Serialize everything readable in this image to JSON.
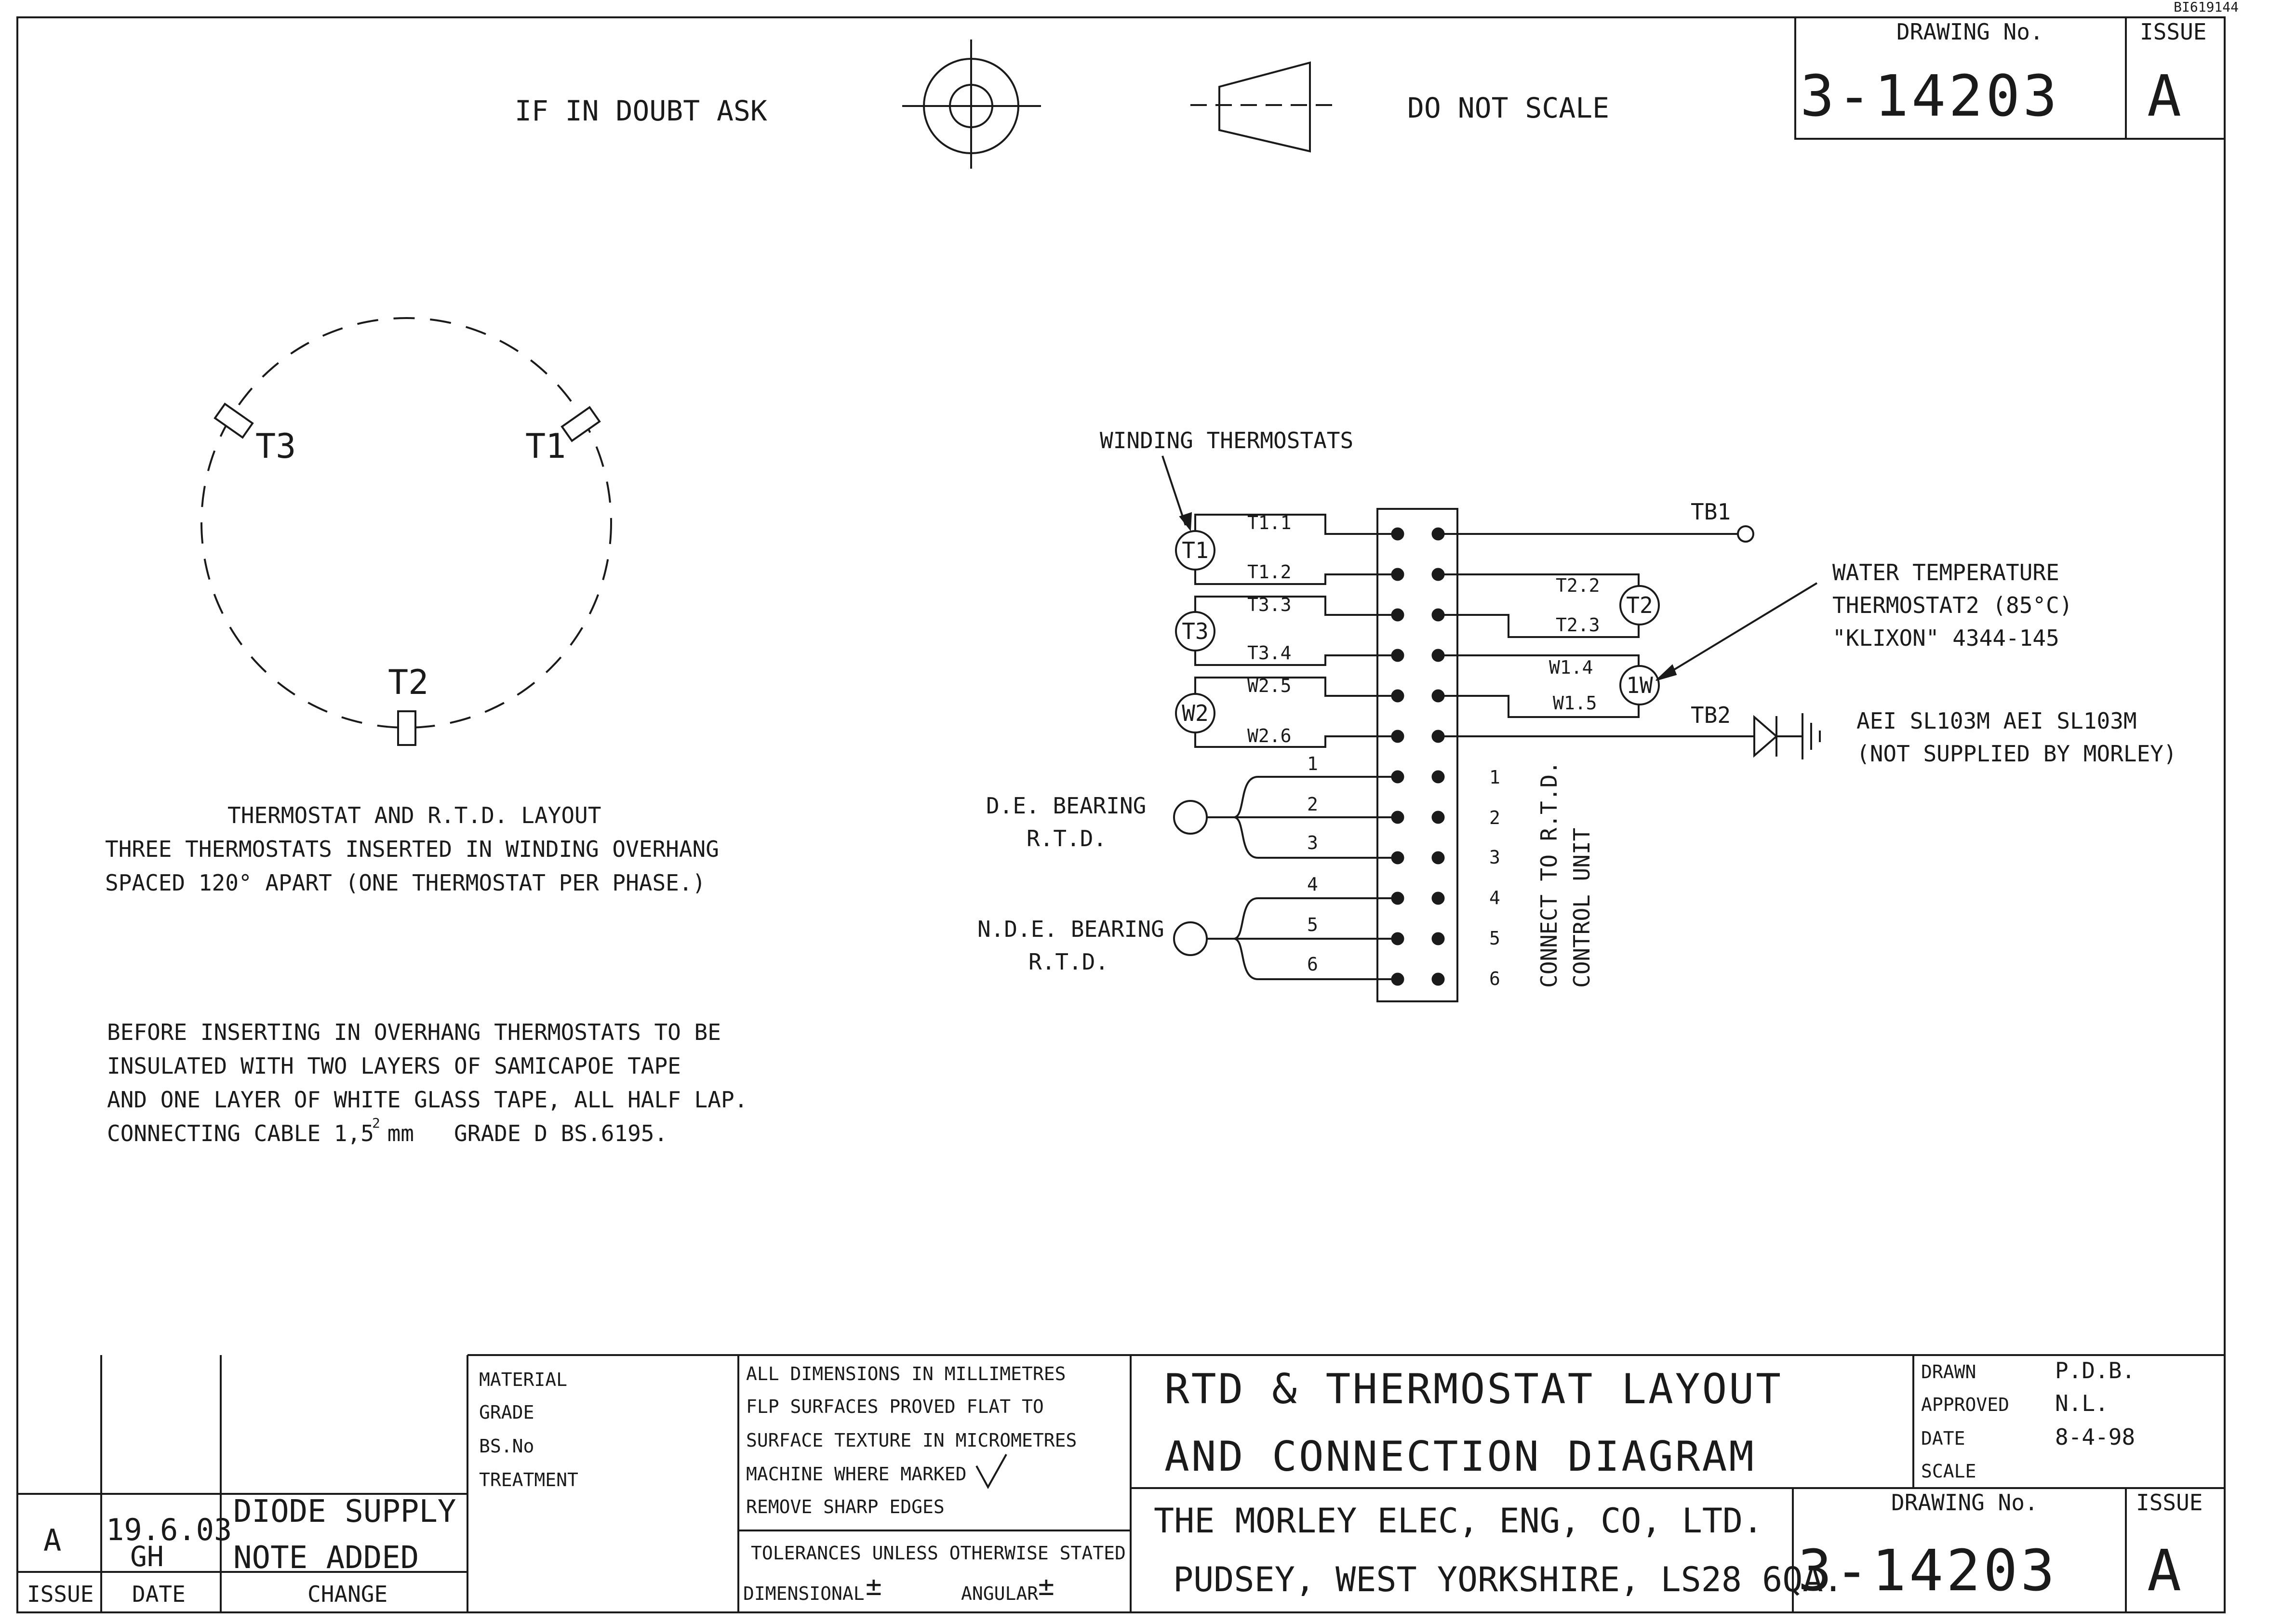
{
  "corner_ref": "BI619144",
  "header": {
    "doubt_note": "IF IN DOUBT ASK",
    "scale_note": "DO NOT SCALE",
    "drawing_no_label": "DRAWING No.",
    "drawing_no": "3-14203",
    "issue_label": "ISSUE",
    "issue": "A"
  },
  "layout_diagram": {
    "labels": {
      "t3": "T3",
      "t1": "T1",
      "t2": "T2"
    },
    "title": "THERMOSTAT AND R.T.D. LAYOUT",
    "lines": [
      "THREE THERMOSTATS INSERTED IN WINDING OVERHANG",
      "SPACED 120° APART (ONE THERMOSTAT PER PHASE.)"
    ]
  },
  "notes": {
    "lines": [
      "BEFORE INSERTING IN OVERHANG THERMOSTATS TO BE",
      "INSULATED WITH TWO LAYERS OF SAMICAPOE TAPE",
      "AND ONE LAYER OF WHITE GLASS TAPE, ALL HALF LAP.",
      "CONNECTING CABLE 1,5 mm   GRADE D BS.6195."
    ],
    "superscript": "2"
  },
  "connection_diagram": {
    "winding_label": "WINDING THERMOSTATS",
    "left_circles": {
      "t1": "T1",
      "t3": "T3",
      "w2": "W2"
    },
    "right_circles": {
      "t2": "T2",
      "w1": "1W"
    },
    "wire_labels": {
      "t11": "T1.1",
      "t12": "T1.2",
      "t33": "T3.3",
      "t34": "T3.4",
      "w25": "W2.5",
      "w26": "W2.6",
      "t22": "T2.2",
      "t23": "T2.3",
      "w14": "W1.4",
      "w15": "W1.5"
    },
    "tb1": "TB1",
    "tb2": "TB2",
    "water_temp": [
      "WATER TEMPERATURE",
      "THERMOSTAT2 (85°C)",
      "\"KLIXON\" 4344-145"
    ],
    "aei": [
      "AEI SL103M AEI SL103M",
      "(NOT SUPPLIED BY MORLEY)"
    ],
    "de_bearing": [
      "D.E. BEARING",
      "R.T.D."
    ],
    "nde_bearing": [
      "N.D.E. BEARING",
      "R.T.D."
    ],
    "rtd_numbers_left": [
      "1",
      "2",
      "3",
      "4",
      "5",
      "6"
    ],
    "rtd_numbers_right": [
      "1",
      "2",
      "3",
      "4",
      "5",
      "6"
    ],
    "connect_label": [
      "CONNECT TO R.T.D.",
      "CONTROL UNIT"
    ]
  },
  "title_block": {
    "revision": {
      "issue": "A",
      "date_line1": "19.6.03",
      "date_line2": "GH",
      "change_line1": "DIODE SUPPLY",
      "change_line2": "NOTE ADDED",
      "col_issue": "ISSUE",
      "col_date": "DATE",
      "col_change": "CHANGE"
    },
    "material": [
      "MATERIAL",
      "GRADE",
      "BS.No",
      "TREATMENT"
    ],
    "spec": [
      "ALL DIMENSIONS IN MILLIMETRES",
      "FLP SURFACES PROVED FLAT TO",
      "SURFACE TEXTURE IN MICROMETRES",
      "MACHINE WHERE MARKED",
      "REMOVE SHARP EDGES"
    ],
    "tolerances": "TOLERANCES UNLESS OTHERWISE STATED",
    "dimensional": "DIMENSIONAL",
    "angular": "ANGULAR",
    "plus_minus": "±",
    "title_line1": "RTD & THERMOSTAT LAYOUT",
    "title_line2": "AND CONNECTION DIAGRAM",
    "company_line1": "THE MORLEY ELEC, ENG, CO, LTD.",
    "company_line2": "PUDSEY, WEST YORKSHIRE, LS28 6QA.",
    "drawn_label": "DRAWN",
    "drawn": "P.D.B.",
    "approved_label": "APPROVED",
    "approved": "N.L.",
    "date_label": "DATE",
    "date": "8-4-98",
    "scale_label": "SCALE",
    "drawing_no_label": "DRAWING No.",
    "drawing_no": "3-14203",
    "issue_label": "ISSUE",
    "issue": "A"
  }
}
